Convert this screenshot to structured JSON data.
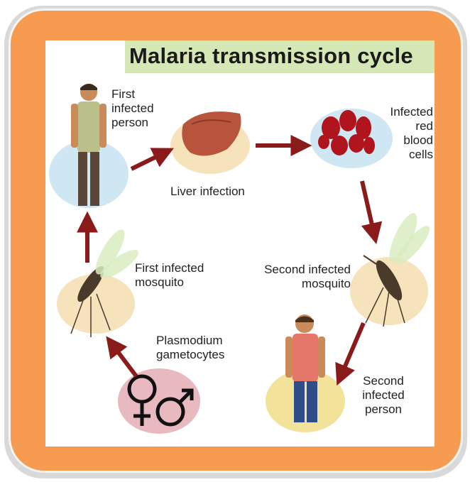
{
  "title": "Malaria transmission cycle",
  "labels": {
    "first_person": "First\ninfected\nperson",
    "liver": "Liver infection",
    "rbc": "Infected\nred\nblood\ncells",
    "second_mosquito": "Second infected\nmosquito",
    "second_person": "Second\ninfected\nperson",
    "gametocytes": "Plasmodium\ngametocytes",
    "first_mosquito": "First infected\nmosquito"
  },
  "colors": {
    "frame": "#f69b50",
    "title_band": "#d5e7b4",
    "arrow": "#8b1a1a",
    "ellipse_blue": "#cfe6f3",
    "ellipse_tan": "#f6e2bb",
    "ellipse_pink": "#e8b9be",
    "ellipse_yellow": "#f3e39a"
  }
}
